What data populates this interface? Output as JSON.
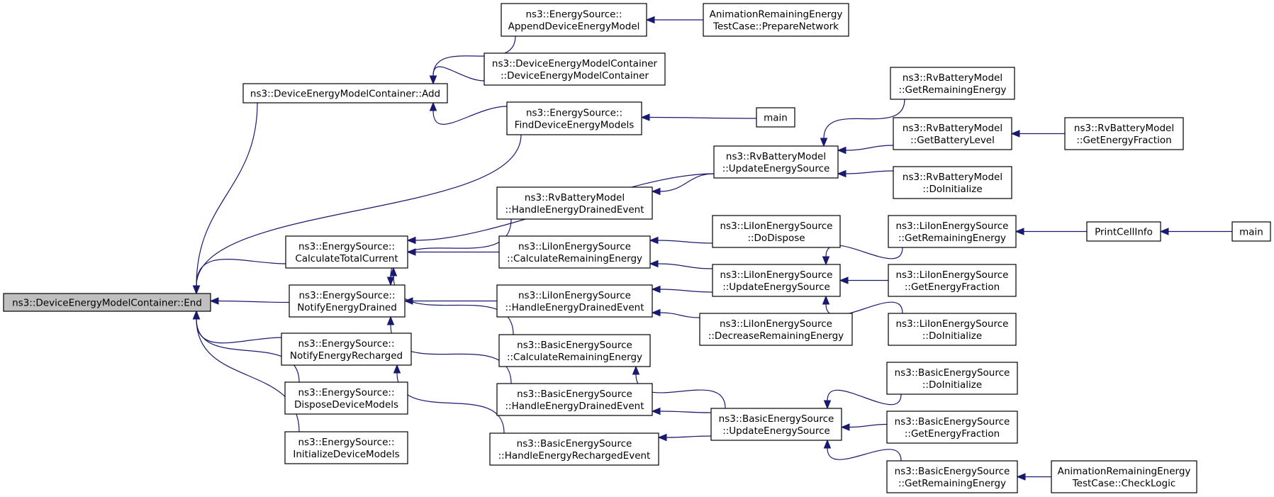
{
  "colors": {
    "edge": "#191970",
    "node_border": "#000000",
    "root_fill": "#bfbfbf",
    "node_fill": "#ffffff"
  },
  "nodes": [
    {
      "id": "end",
      "lines": [
        "ns3::DeviceEnergyModelContainer::End"
      ]
    },
    {
      "id": "add",
      "lines": [
        "ns3::DeviceEnergyModelContainer::Add"
      ]
    },
    {
      "id": "append",
      "lines": [
        "ns3::EnergySource::",
        "AppendDeviceEnergyModel"
      ]
    },
    {
      "id": "anim_prep",
      "lines": [
        "AnimationRemainingEnergy",
        "TestCase::PrepareNetwork"
      ]
    },
    {
      "id": "demc_ctor",
      "lines": [
        "ns3::DeviceEnergyModelContainer",
        "::DeviceEnergyModelContainer"
      ]
    },
    {
      "id": "find",
      "lines": [
        "ns3::EnergySource::",
        "FindDeviceEnergyModels"
      ]
    },
    {
      "id": "main1",
      "lines": [
        "main"
      ]
    },
    {
      "id": "calc_total",
      "lines": [
        "ns3::EnergySource::",
        "CalculateTotalCurrent"
      ]
    },
    {
      "id": "notify_drained",
      "lines": [
        "ns3::EnergySource::",
        "NotifyEnergyDrained"
      ]
    },
    {
      "id": "notify_recharged",
      "lines": [
        "ns3::EnergySource::",
        "NotifyEnergyRecharged"
      ]
    },
    {
      "id": "dispose",
      "lines": [
        "ns3::EnergySource::",
        "DisposeDeviceModels"
      ]
    },
    {
      "id": "init_models",
      "lines": [
        "ns3::EnergySource::",
        "InitializeDeviceModels"
      ]
    },
    {
      "id": "rv_update",
      "lines": [
        "ns3::RvBatteryModel",
        "::UpdateEnergySource"
      ]
    },
    {
      "id": "rv_remain",
      "lines": [
        "ns3::RvBatteryModel",
        "::GetRemainingEnergy"
      ]
    },
    {
      "id": "rv_level",
      "lines": [
        "ns3::RvBatteryModel",
        "::GetBatteryLevel"
      ]
    },
    {
      "id": "rv_fraction",
      "lines": [
        "ns3::RvBatteryModel",
        "::GetEnergyFraction"
      ]
    },
    {
      "id": "rv_doinit",
      "lines": [
        "ns3::RvBatteryModel",
        "::DoInitialize"
      ]
    },
    {
      "id": "rv_drained",
      "lines": [
        "ns3::RvBatteryModel",
        "::HandleEnergyDrainedEvent"
      ]
    },
    {
      "id": "li_calc",
      "lines": [
        "ns3::LiIonEnergySource",
        "::CalculateRemainingEnergy"
      ]
    },
    {
      "id": "li_dispose",
      "lines": [
        "ns3::LiIonEnergySource",
        "::DoDispose"
      ]
    },
    {
      "id": "li_update",
      "lines": [
        "ns3::LiIonEnergySource",
        "::UpdateEnergySource"
      ]
    },
    {
      "id": "li_remain",
      "lines": [
        "ns3::LiIonEnergySource",
        "::GetRemainingEnergy"
      ]
    },
    {
      "id": "print_cell",
      "lines": [
        "PrintCellInfo"
      ]
    },
    {
      "id": "main2",
      "lines": [
        "main"
      ]
    },
    {
      "id": "li_fraction",
      "lines": [
        "ns3::LiIonEnergySource",
        "::GetEnergyFraction"
      ]
    },
    {
      "id": "li_doinit",
      "lines": [
        "ns3::LiIonEnergySource",
        "::DoInitialize"
      ]
    },
    {
      "id": "li_drained",
      "lines": [
        "ns3::LiIonEnergySource",
        "::HandleEnergyDrainedEvent"
      ]
    },
    {
      "id": "li_decrease",
      "lines": [
        "ns3::LiIonEnergySource",
        "::DecreaseRemainingEnergy"
      ]
    },
    {
      "id": "basic_calc",
      "lines": [
        "ns3::BasicEnergySource",
        "::CalculateRemainingEnergy"
      ]
    },
    {
      "id": "basic_drained",
      "lines": [
        "ns3::BasicEnergySource",
        "::HandleEnergyDrainedEvent"
      ]
    },
    {
      "id": "basic_update",
      "lines": [
        "ns3::BasicEnergySource",
        "::UpdateEnergySource"
      ]
    },
    {
      "id": "basic_doinit",
      "lines": [
        "ns3::BasicEnergySource",
        "::DoInitialize"
      ]
    },
    {
      "id": "basic_fraction",
      "lines": [
        "ns3::BasicEnergySource",
        "::GetEnergyFraction"
      ]
    },
    {
      "id": "basic_remain",
      "lines": [
        "ns3::BasicEnergySource",
        "::GetRemainingEnergy"
      ]
    },
    {
      "id": "anim_check",
      "lines": [
        "AnimationRemainingEnergy",
        "TestCase::CheckLogic"
      ]
    },
    {
      "id": "basic_recharged",
      "lines": [
        "ns3::BasicEnergySource",
        "::HandleEnergyRechargedEvent"
      ]
    }
  ],
  "edges": [
    {
      "from": "add",
      "to": "end"
    },
    {
      "from": "find",
      "to": "end"
    },
    {
      "from": "calc_total",
      "to": "end"
    },
    {
      "from": "notify_drained",
      "to": "end"
    },
    {
      "from": "notify_recharged",
      "to": "end"
    },
    {
      "from": "dispose",
      "to": "end"
    },
    {
      "from": "init_models",
      "to": "end"
    },
    {
      "from": "append",
      "to": "add"
    },
    {
      "from": "demc_ctor",
      "to": "add"
    },
    {
      "from": "find",
      "to": "add"
    },
    {
      "from": "anim_prep",
      "to": "append"
    },
    {
      "from": "main1",
      "to": "find"
    },
    {
      "from": "rv_update",
      "to": "calc_total"
    },
    {
      "from": "li_calc",
      "to": "calc_total"
    },
    {
      "from": "basic_calc",
      "to": "calc_total"
    },
    {
      "from": "rv_drained",
      "to": "notify_drained"
    },
    {
      "from": "li_drained",
      "to": "notify_drained"
    },
    {
      "from": "basic_drained",
      "to": "notify_drained"
    },
    {
      "from": "basic_recharged",
      "to": "notify_recharged"
    },
    {
      "from": "rv_remain",
      "to": "rv_update"
    },
    {
      "from": "rv_level",
      "to": "rv_update"
    },
    {
      "from": "rv_doinit",
      "to": "rv_update"
    },
    {
      "from": "rv_fraction",
      "to": "rv_level"
    },
    {
      "from": "rv_update",
      "to": "rv_drained"
    },
    {
      "from": "li_dispose",
      "to": "li_calc"
    },
    {
      "from": "li_update",
      "to": "li_calc"
    },
    {
      "from": "li_remain",
      "to": "li_update"
    },
    {
      "from": "li_fraction",
      "to": "li_update"
    },
    {
      "from": "li_doinit",
      "to": "li_update"
    },
    {
      "from": "print_cell",
      "to": "li_remain"
    },
    {
      "from": "main2",
      "to": "print_cell"
    },
    {
      "from": "li_update",
      "to": "li_drained"
    },
    {
      "from": "li_decrease",
      "to": "li_drained"
    },
    {
      "from": "basic_update",
      "to": "basic_calc"
    },
    {
      "from": "basic_update",
      "to": "basic_drained"
    },
    {
      "from": "basic_update",
      "to": "basic_recharged"
    },
    {
      "from": "basic_doinit",
      "to": "basic_update"
    },
    {
      "from": "basic_fraction",
      "to": "basic_update"
    },
    {
      "from": "basic_remain",
      "to": "basic_update"
    },
    {
      "from": "anim_check",
      "to": "basic_remain"
    }
  ]
}
